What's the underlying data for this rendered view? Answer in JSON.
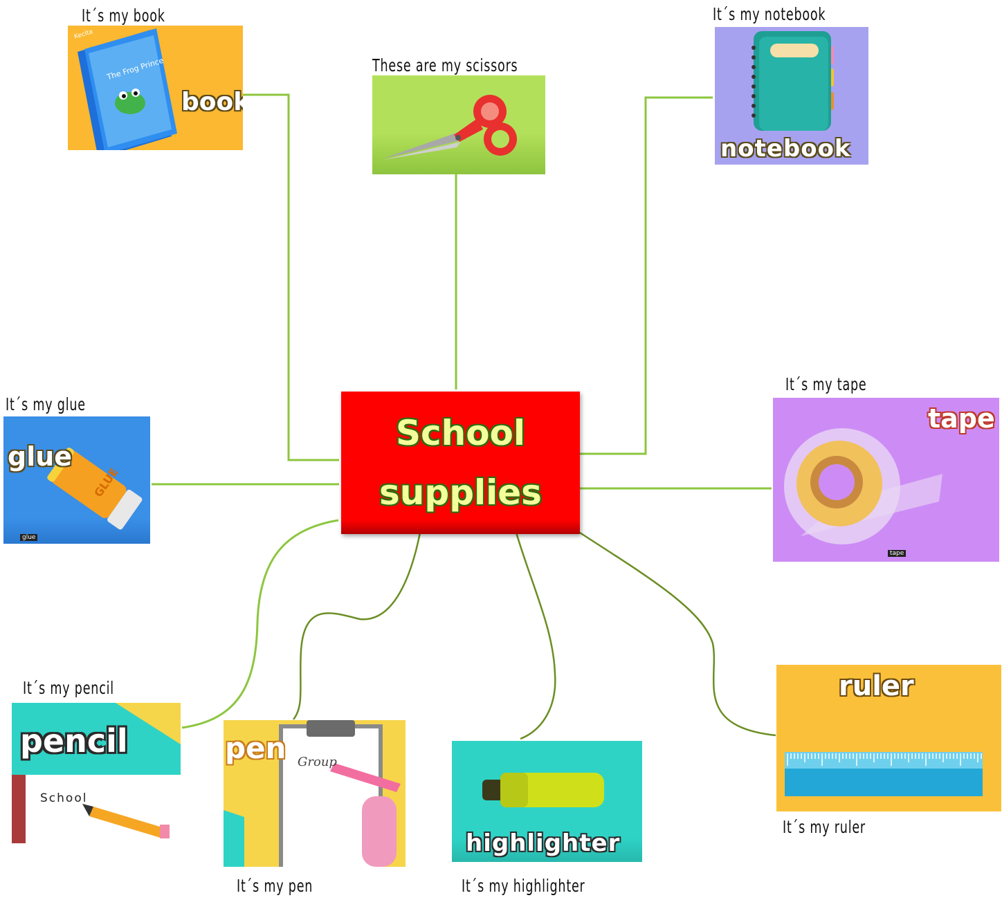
{
  "center": {
    "line1": "School",
    "line2": "supplies",
    "fill": "#ff0000",
    "text_color": "#f4ff9a"
  },
  "connector_colors": {
    "straight": "#8cc63f",
    "curved": "#6b8e23"
  },
  "items": {
    "book": {
      "caption": "It´s my book",
      "word": "book",
      "icon": "book-picture",
      "bg": "#fbb830",
      "book_title": "The Frog Prince",
      "logo": "Kecita"
    },
    "scissors": {
      "caption": "These are my scissors",
      "icon": "scissors-picture",
      "bg": "#b3e05a"
    },
    "notebook": {
      "caption": "It´s my notebook",
      "word": "notebook",
      "icon": "notebook-picture",
      "bg": "#a7a2f0"
    },
    "glue": {
      "caption": "It´s my glue",
      "word": "glue",
      "icon": "glue-stick-picture",
      "bg": "#3a8fe6",
      "stick_label": "GLUE",
      "tag": "glue"
    },
    "tape": {
      "caption": "It´s my tape",
      "word": "tape",
      "icon": "tape-dispenser-picture",
      "bg": "#cd8cf5",
      "tag": "tape"
    },
    "pencil": {
      "caption": "It´s my pencil",
      "word": "pencil",
      "icon": "pencil-picture",
      "bg": "#2ed3c6",
      "written": "School"
    },
    "pen": {
      "caption": "It´s my pen",
      "word": "pen",
      "icon": "pen-picture",
      "bg": "#f6d54a",
      "written": "Group"
    },
    "highlighter": {
      "caption": "It´s my highlighter",
      "word": "highlighter",
      "icon": "highlighter-picture",
      "bg": "#2ed3c6"
    },
    "ruler": {
      "caption": "It´s my ruler",
      "word": "ruler",
      "icon": "ruler-picture",
      "bg": "#fbc03a"
    }
  }
}
